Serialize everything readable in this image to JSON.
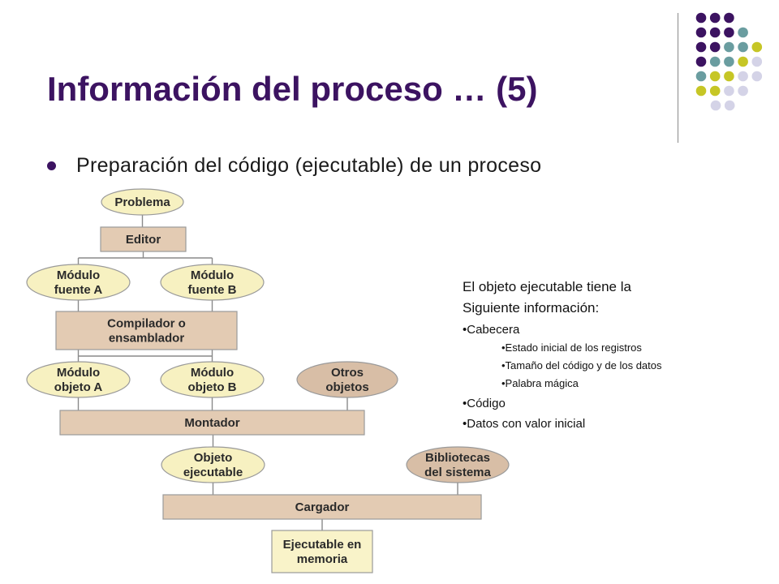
{
  "title": "Información del proceso … (5)",
  "bullet": "Preparación del código (ejecutable) de un proceso",
  "colors": {
    "title": "#3c1361",
    "dot_palette": {
      "purple": "#3c1361",
      "teal": "#6a9da0",
      "olive": "#c6c626",
      "lavender": "#d4d3e7"
    },
    "rect_fill": "#e3cbb3",
    "ellipse_yellow": "#f7f1c1",
    "ellipse_tan": "#d8bea6",
    "box_yellow": "#f9f3c9",
    "connector": "#8a8a8a"
  },
  "diagram": {
    "nodes": {
      "problema": [
        "Problema"
      ],
      "editor": [
        "Editor"
      ],
      "fuente_a": [
        "Módulo",
        "fuente A"
      ],
      "fuente_b": [
        "Módulo",
        "fuente B"
      ],
      "compilador": [
        "Compilador o",
        "ensamblador"
      ],
      "objeto_a": [
        "Módulo",
        "objeto A"
      ],
      "objeto_b": [
        "Módulo",
        "objeto B"
      ],
      "otros": [
        "Otros",
        "objetos"
      ],
      "montador": [
        "Montador"
      ],
      "ejecutable": [
        "Objeto",
        "ejecutable"
      ],
      "bibliotecas": [
        "Bibliotecas",
        "del sistema"
      ],
      "cargador": [
        "Cargador"
      ],
      "memoria": [
        "Ejecutable en",
        "memoria"
      ]
    }
  },
  "info": {
    "lead": [
      "El objeto ejecutable tiene la",
      "Siguiente información:"
    ],
    "items": [
      {
        "level": 1,
        "text": "•Cabecera"
      },
      {
        "level": 2,
        "text": "•Estado inicial de los registros"
      },
      {
        "level": 2,
        "text": "•Tamaño del código y de los datos"
      },
      {
        "level": 2,
        "text": "•Palabra mágica"
      },
      {
        "level": 1,
        "text": "•Código"
      },
      {
        "level": 1,
        "text": "•Datos con valor inicial"
      }
    ]
  }
}
